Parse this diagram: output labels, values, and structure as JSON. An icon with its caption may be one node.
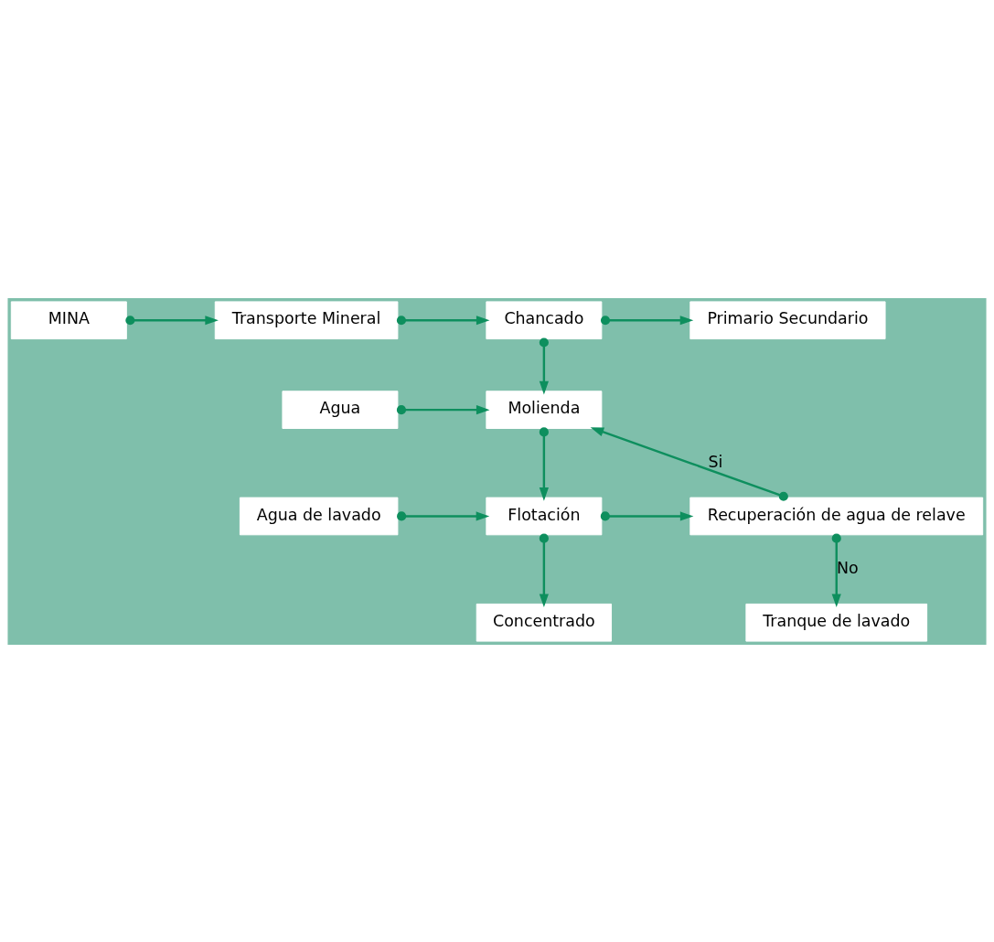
{
  "diagram": {
    "nodes": [
      {
        "text": [
          "MINA"
        ]
      },
      {
        "text": [
          "Transporte Mineral"
        ]
      },
      {
        "text": [
          "Chancado"
        ]
      },
      {
        "text": [
          "Primario Secundario"
        ]
      },
      {
        "text": [
          "Agua"
        ]
      },
      {
        "text": [
          "Molienda"
        ]
      },
      {
        "text": [
          "Agua de lavado"
        ]
      },
      {
        "text": [
          "Flotación"
        ]
      },
      {
        "text": [
          "Recuperación de agua de relave"
        ]
      },
      {
        "text": [
          "Concentrado"
        ]
      },
      {
        "text": [
          "Tranque de lavado"
        ]
      }
    ],
    "edges": [
      {
        "from": 0,
        "to": 1,
        "arrow": "to"
      },
      {
        "from": 1,
        "to": 2,
        "arrow": "to"
      },
      {
        "from": 2,
        "to": 3,
        "arrow": "to"
      },
      {
        "from": 2,
        "to": 5,
        "arrow": "to"
      },
      {
        "from": 4,
        "to": 5,
        "arrow": "to"
      },
      {
        "from": 8,
        "to": 5,
        "label": "Si",
        "arrow": "to"
      },
      {
        "from": 5,
        "to": 7,
        "arrow": "to"
      },
      {
        "from": 6,
        "to": 7,
        "arrow": "to"
      },
      {
        "from": 7,
        "to": 8,
        "arrow": "to"
      },
      {
        "from": 7,
        "to": 9,
        "arrow": "to"
      },
      {
        "from": 8,
        "to": 10,
        "label": "No",
        "arrow": "to"
      }
    ]
  }
}
